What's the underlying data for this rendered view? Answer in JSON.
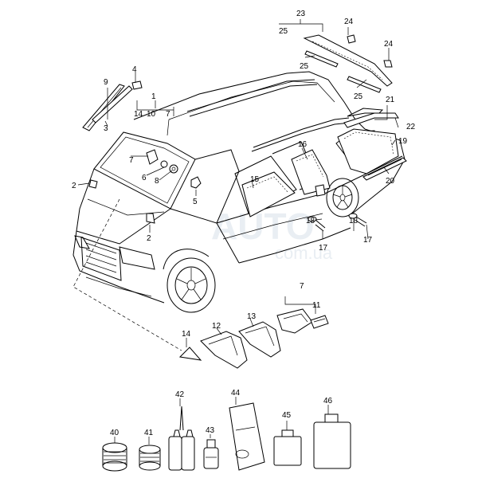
{
  "diagram": {
    "watermark": {
      "main": "AUTO",
      "sub": "com.ua"
    },
    "callouts": [
      {
        "id": "c23",
        "text": "23"
      },
      {
        "id": "c25a",
        "text": "25"
      },
      {
        "id": "c24a",
        "text": "24"
      },
      {
        "id": "c24b",
        "text": "24"
      },
      {
        "id": "c25b",
        "text": "25"
      },
      {
        "id": "c25c",
        "text": "25"
      },
      {
        "id": "c21",
        "text": "21"
      },
      {
        "id": "c22",
        "text": "22"
      },
      {
        "id": "c19",
        "text": "19"
      },
      {
        "id": "c20",
        "text": "20"
      },
      {
        "id": "c16",
        "text": "16"
      },
      {
        "id": "c15",
        "text": "15"
      },
      {
        "id": "c18a",
        "text": "18"
      },
      {
        "id": "c17a",
        "text": "17"
      },
      {
        "id": "c18b",
        "text": "18"
      },
      {
        "id": "c17b",
        "text": "17"
      },
      {
        "id": "c9",
        "text": "9"
      },
      {
        "id": "c4",
        "text": "4"
      },
      {
        "id": "c1",
        "text": "1"
      },
      {
        "id": "c14a",
        "text": "14"
      },
      {
        "id": "c10",
        "text": "10"
      },
      {
        "id": "c7a",
        "text": "7"
      },
      {
        "id": "c3",
        "text": "3"
      },
      {
        "id": "c7b",
        "text": "7"
      },
      {
        "id": "c6",
        "text": "6"
      },
      {
        "id": "c8",
        "text": "8"
      },
      {
        "id": "c2a",
        "text": "2"
      },
      {
        "id": "c5",
        "text": "5"
      },
      {
        "id": "c2b",
        "text": "2"
      },
      {
        "id": "c7c",
        "text": "7"
      },
      {
        "id": "c11",
        "text": "11"
      },
      {
        "id": "c12",
        "text": "12"
      },
      {
        "id": "c13",
        "text": "13"
      },
      {
        "id": "c14b",
        "text": "14"
      },
      {
        "id": "c42",
        "text": "42"
      },
      {
        "id": "c44",
        "text": "44"
      },
      {
        "id": "c45",
        "text": "45"
      },
      {
        "id": "c46",
        "text": "46"
      },
      {
        "id": "c40",
        "text": "40"
      },
      {
        "id": "c41",
        "text": "41"
      },
      {
        "id": "c43",
        "text": "43"
      }
    ]
  }
}
